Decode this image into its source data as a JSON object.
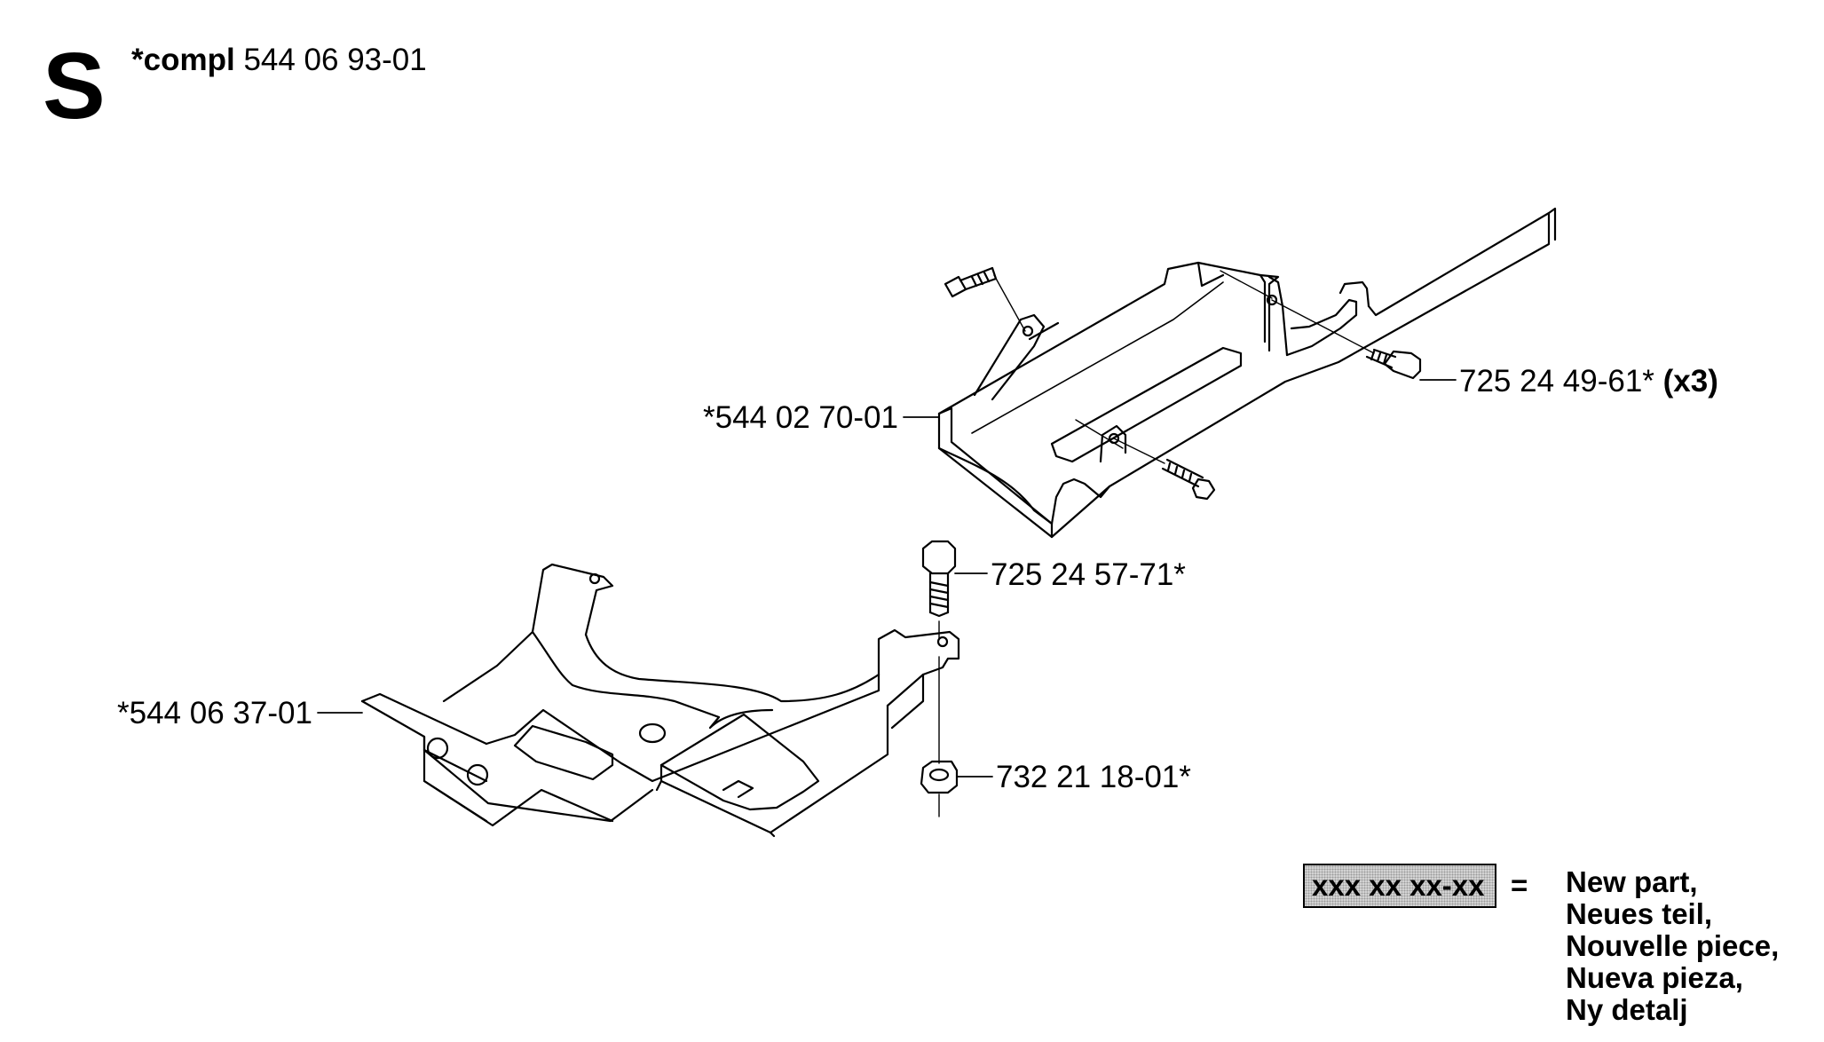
{
  "header": {
    "section_letter": "S",
    "assembly_prefix": "*compl",
    "assembly_number": "544 06 93-01"
  },
  "parts": [
    {
      "id": "lower-bracket",
      "label": "*544 06 37-01"
    },
    {
      "id": "upper-bracket",
      "label": "*544 02 70-01"
    },
    {
      "id": "screw-m6",
      "label": "725 24 49-61*",
      "qty": "(x3)"
    },
    {
      "id": "bolt",
      "label": "725 24 57-71*"
    },
    {
      "id": "nut",
      "label": "732 21 18-01*"
    }
  ],
  "legend": {
    "code": "xxx xx xx-xx",
    "equals": "=",
    "translations": [
      "New part,",
      "Neues teil,",
      "Nouvelle piece,",
      "Nueva pieza,",
      "Ny detalj"
    ]
  }
}
